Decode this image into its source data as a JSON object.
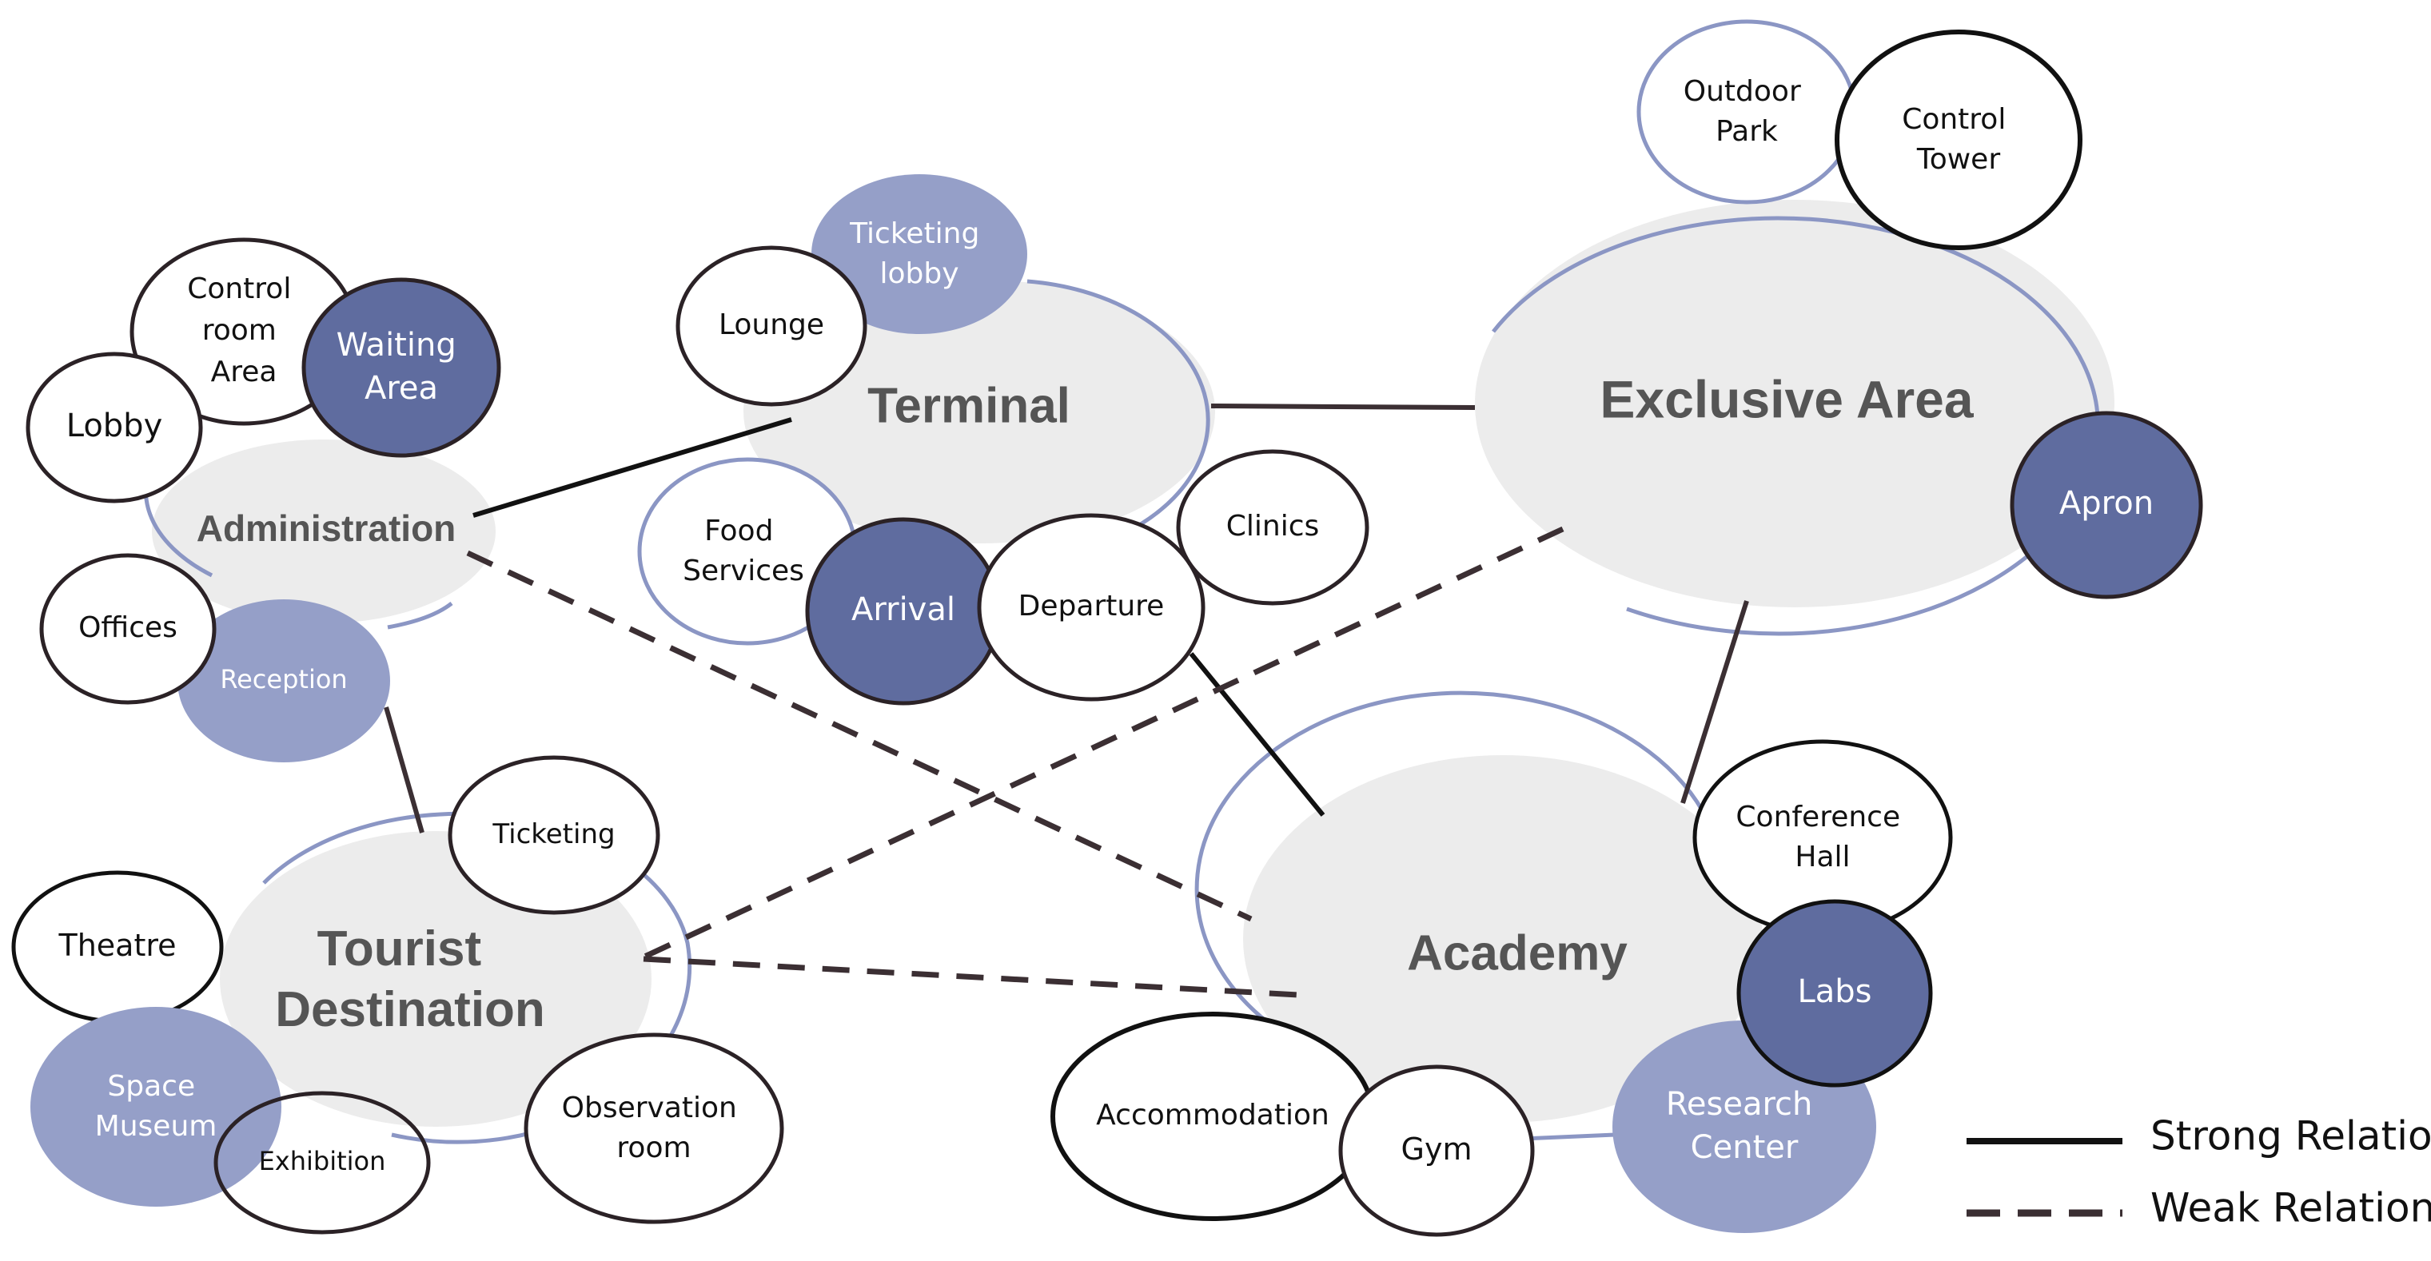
{
  "colors": {
    "hub_fill": "#ececec",
    "hub_ring": "#8b96c4",
    "dark_fill": "#5f6c9f",
    "light_fill": "#959fc8",
    "white_fill": "#ffffff",
    "node_stroke": "#2b2226",
    "line_color": "#3b2f33"
  },
  "hubs": {
    "administration": "Administration",
    "terminal": "Terminal",
    "exclusive_area": "Exclusive Area",
    "academy": "Academy",
    "tourist_destination_line1": "Tourist",
    "tourist_destination_line2": "Destination"
  },
  "nodes": {
    "control_room_area": [
      "Control",
      "room",
      "Area"
    ],
    "waiting_area": [
      "Waiting",
      "Area"
    ],
    "lobby": [
      "Lobby"
    ],
    "offices": [
      "Offices"
    ],
    "reception": [
      "Reception"
    ],
    "ticketing_lobby": [
      "Ticketing",
      "lobby"
    ],
    "lounge": [
      "Lounge"
    ],
    "food_services": [
      "Food",
      "Services"
    ],
    "arrival": [
      "Arrival"
    ],
    "departure": [
      "Departure"
    ],
    "clinics": [
      "Clinics"
    ],
    "outdoor_park": [
      "Outdoor",
      "Park"
    ],
    "control_tower": [
      "Control",
      "Tower"
    ],
    "apron": [
      "Apron"
    ],
    "ticketing": [
      "Ticketing"
    ],
    "theatre": [
      "Theatre"
    ],
    "space_museum": [
      "Space",
      "Museum"
    ],
    "exhibition": [
      "Exhibition"
    ],
    "observation_room": [
      "Observation",
      "room"
    ],
    "conference_hall": [
      "Conference",
      "Hall"
    ],
    "labs": [
      "Labs"
    ],
    "research_center": [
      "Research",
      "Center"
    ],
    "accommodation": [
      "Accommodation"
    ],
    "gym": [
      "Gym"
    ]
  },
  "relations": [
    {
      "from": "Administration",
      "to": "Terminal",
      "type": "strong"
    },
    {
      "from": "Terminal",
      "to": "Exclusive Area",
      "type": "strong"
    },
    {
      "from": "Exclusive Area",
      "to": "Academy",
      "type": "strong"
    },
    {
      "from": "Terminal",
      "to": "Academy",
      "type": "strong"
    },
    {
      "from": "Administration",
      "to": "Tourist Destination",
      "type": "strong"
    },
    {
      "from": "Administration",
      "to": "Academy",
      "type": "weak"
    },
    {
      "from": "Exclusive Area",
      "to": "Tourist Destination",
      "type": "weak"
    },
    {
      "from": "Tourist Destination",
      "to": "Academy",
      "type": "weak"
    }
  ],
  "legend": {
    "strong": "Strong Relation",
    "weak": "Weak Relation"
  }
}
